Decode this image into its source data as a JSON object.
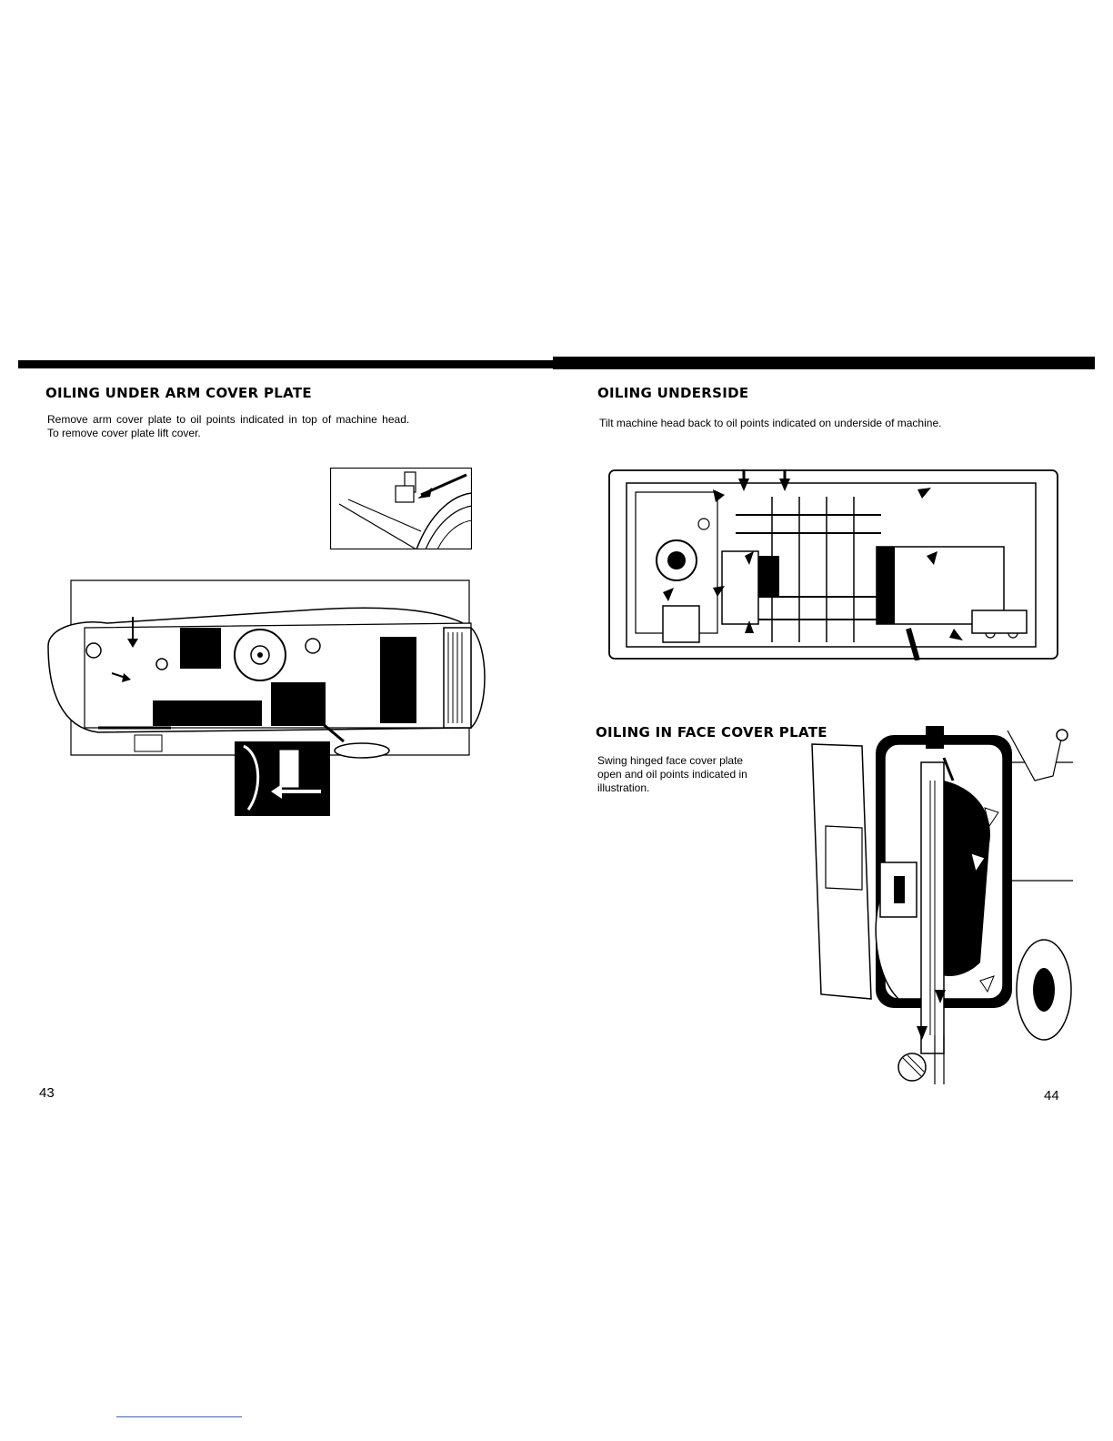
{
  "left_page": {
    "heading": "OILING UNDER ARM COVER PLATE",
    "line1": "Remove arm cover plate to oil points indicated in top of machine head.",
    "line2": "To remove cover plate lift cover.",
    "page_number": "43"
  },
  "right_page": {
    "section1": {
      "heading": "OILING UNDERSIDE",
      "text": "Tilt machine head back to oil points indicated on underside of machine."
    },
    "section2": {
      "heading": "OILING IN FACE COVER PLATE",
      "line1": "Swing hinged face cover plate",
      "line2": "open and oil points indicated in",
      "line3": "illustration."
    },
    "page_number": "44"
  }
}
